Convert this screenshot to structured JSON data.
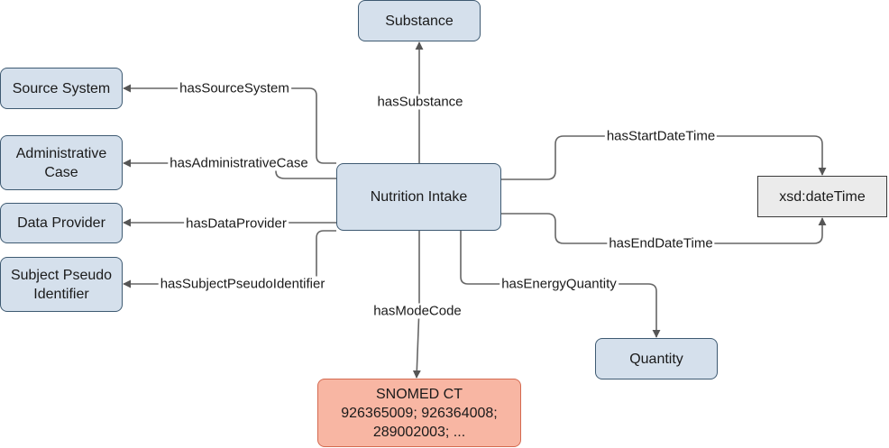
{
  "nodes": {
    "nutrition_intake": "Nutrition Intake",
    "substance": "Substance",
    "source_system": "Source System",
    "administrative_case": "Administrative\nCase",
    "data_provider": "Data Provider",
    "subject_pseudo_identifier": "Subject Pseudo\nIdentifier",
    "xsd_datetime": "xsd:dateTime",
    "quantity": "Quantity",
    "snomed_ct": "SNOMED CT\n926365009; 926364008;\n289002003; ..."
  },
  "edges": {
    "has_substance": "hasSubstance",
    "has_source_system": "hasSourceSystem",
    "has_administrative_case": "hasAdministrativeCase",
    "has_data_provider": "hasDataProvider",
    "has_subject_pseudo_identifier": "hasSubjectPseudoIdentifier",
    "has_start_date_time": "hasStartDateTime",
    "has_end_date_time": "hasEndDateTime",
    "has_energy_quantity": "hasEnergyQuantity",
    "has_mode_code": "hasModeCode"
  },
  "colors": {
    "class_fill": "#d5e0ec",
    "class_border": "#3e5a72",
    "literal_fill": "#ebebeb",
    "code_fill": "#f8b6a3",
    "code_border": "#d46a50",
    "edge": "#555555"
  }
}
